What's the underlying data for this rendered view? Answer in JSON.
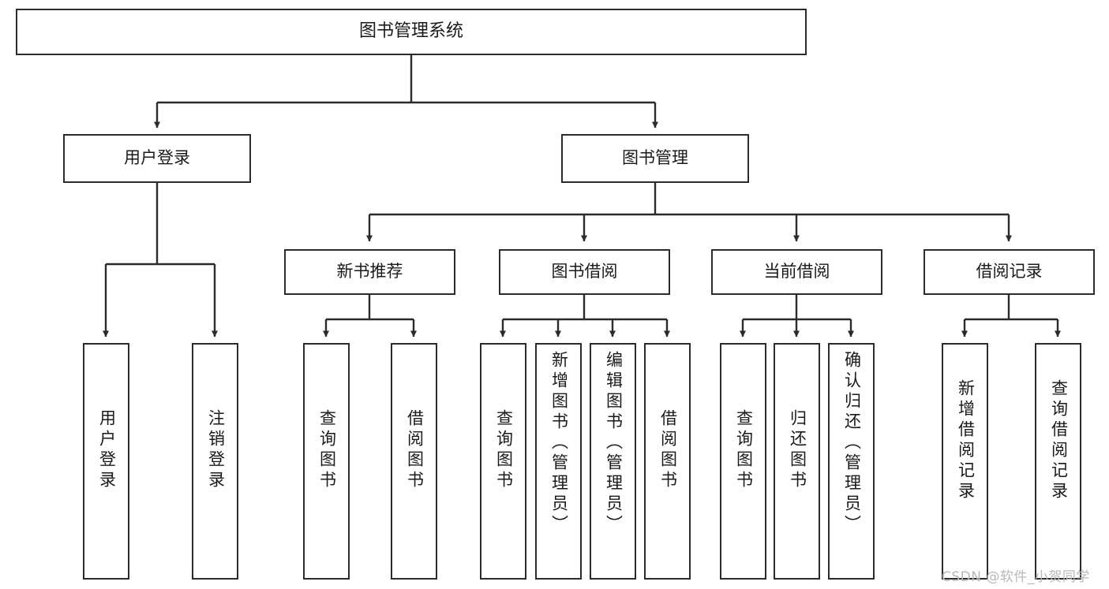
{
  "diagram": {
    "type": "tree-hierarchy-chart",
    "title": "图书管理系统",
    "stroke_color": "#2b2b2b",
    "fill_color": "#ffffff",
    "text_color": "#1a1a1a",
    "watermark": "CSDN @软件_小贺同学"
  },
  "nodes": {
    "root": {
      "label": "图书管理系统",
      "level": 1
    },
    "level2": [
      {
        "id": "user-login",
        "label": "用户登录"
      },
      {
        "id": "book-management",
        "label": "图书管理"
      }
    ],
    "level3": [
      {
        "id": "new-book-recommend",
        "label": "新书推荐",
        "parent": "book-management"
      },
      {
        "id": "book-borrow",
        "label": "图书借阅",
        "parent": "book-management"
      },
      {
        "id": "current-borrow",
        "label": "当前借阅",
        "parent": "book-management"
      },
      {
        "id": "borrow-record",
        "label": "借阅记录",
        "parent": "book-management"
      }
    ],
    "leaves": [
      {
        "id": "leaf-user-login",
        "label": "用户登录",
        "parent": "user-login"
      },
      {
        "id": "leaf-user-logout",
        "label": "注销登录",
        "parent": "user-login"
      },
      {
        "id": "leaf-query-book-1",
        "label": "查询图书",
        "parent": "new-book-recommend"
      },
      {
        "id": "leaf-borrow-book-1",
        "label": "借阅图书",
        "parent": "new-book-recommend"
      },
      {
        "id": "leaf-query-book-2",
        "label": "查询图书",
        "parent": "book-borrow"
      },
      {
        "id": "leaf-add-book",
        "label": "新增图书（管理员）",
        "parent": "book-borrow"
      },
      {
        "id": "leaf-edit-book",
        "label": "编辑图书（管理员）",
        "parent": "book-borrow"
      },
      {
        "id": "leaf-borrow-book-2",
        "label": "借阅图书",
        "parent": "book-borrow"
      },
      {
        "id": "leaf-query-book-3",
        "label": "查询图书",
        "parent": "current-borrow"
      },
      {
        "id": "leaf-return-book",
        "label": "归还图书",
        "parent": "current-borrow"
      },
      {
        "id": "leaf-confirm-return",
        "label": "确认归还（管理员）",
        "parent": "current-borrow"
      },
      {
        "id": "leaf-add-record",
        "label": "新增借阅记录",
        "parent": "borrow-record"
      },
      {
        "id": "leaf-query-record",
        "label": "查询借阅记录",
        "parent": "borrow-record"
      }
    ]
  }
}
